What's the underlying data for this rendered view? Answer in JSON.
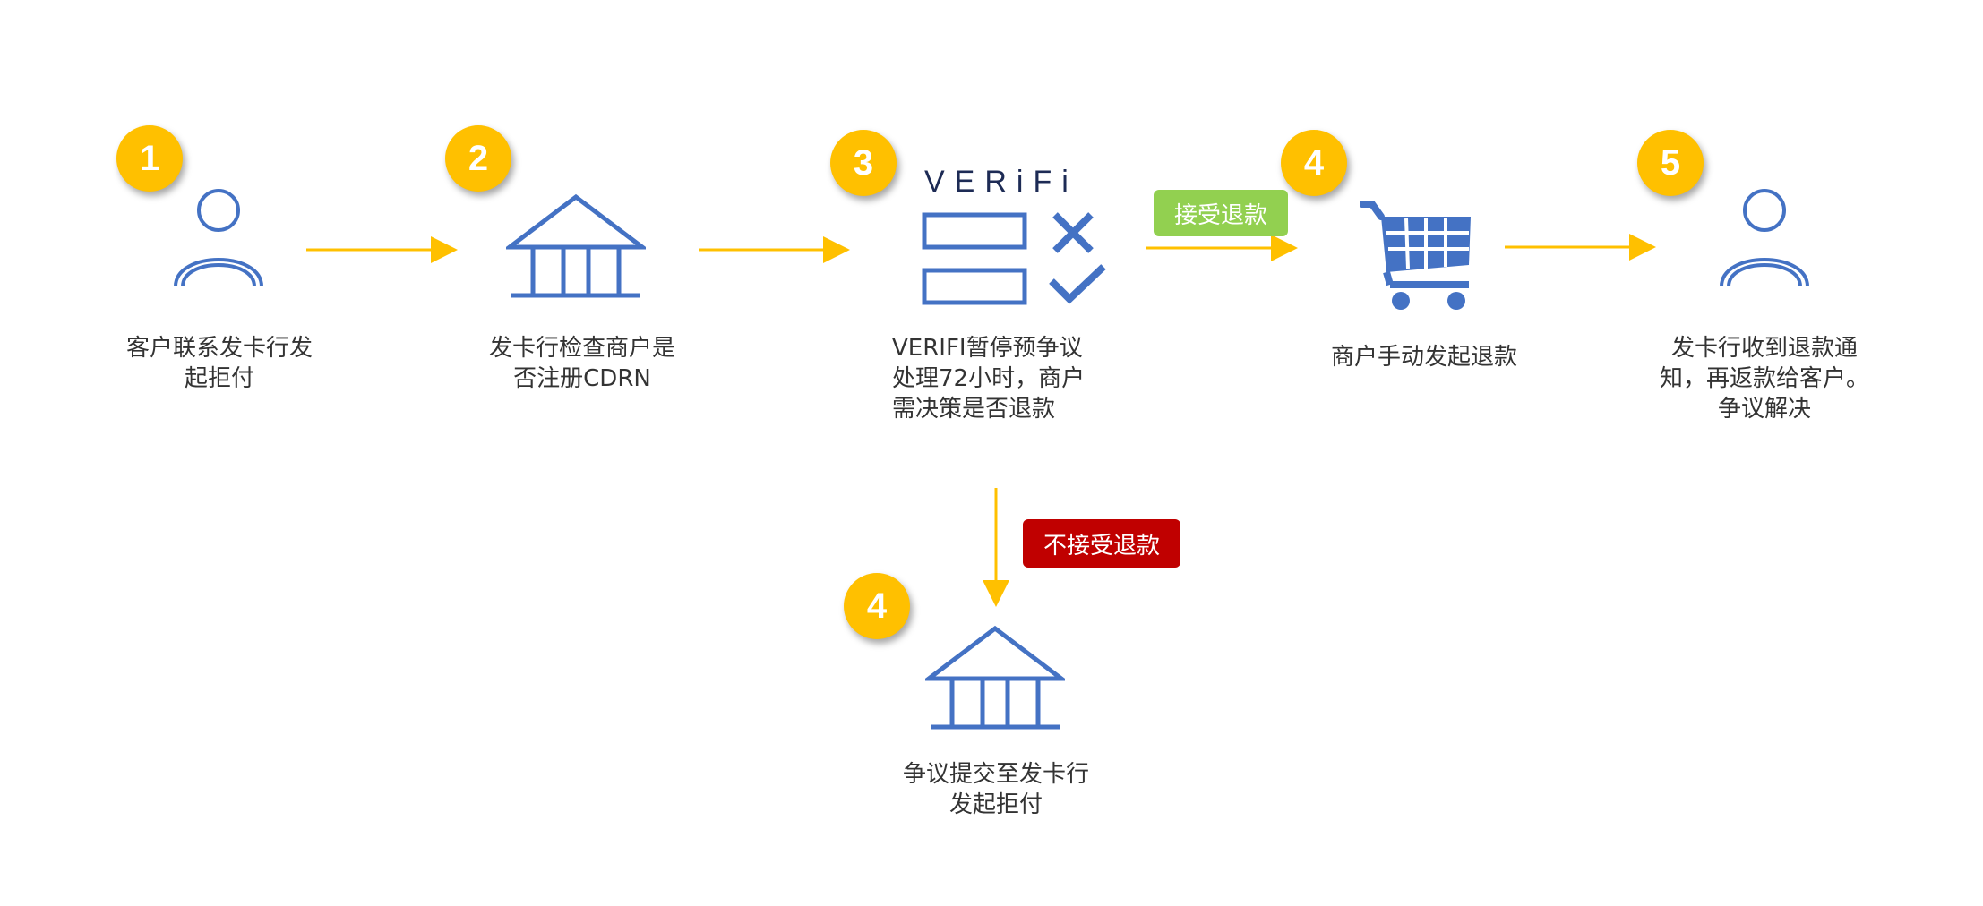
{
  "steps": [
    {
      "num": "1",
      "label_lines": [
        "客户联系发卡行发",
        "起拒付"
      ],
      "icon": "person-icon"
    },
    {
      "num": "2",
      "label_lines": [
        "发卡行检查商户是",
        "否注册CDRN"
      ],
      "icon": "bank-icon"
    },
    {
      "num": "3",
      "label_lines": [
        "VERIFI暂停预争议",
        "处理72小时，商户",
        "需决策是否退款"
      ],
      "icon": "checklist-icon",
      "brand": "VERiFi"
    },
    {
      "num": "4",
      "label_lines": [
        "商户手动发起退款"
      ],
      "icon": "shopping-cart-icon"
    },
    {
      "num": "5",
      "label_lines": [
        " 发卡行收到退款通",
        "知，再返款给客户。",
        "争议解决"
      ],
      "icon": "person-icon"
    }
  ],
  "branch": {
    "num": "4",
    "label_lines": [
      "争议提交至发卡行",
      "发起拒付"
    ],
    "icon": "bank-icon"
  },
  "tags": {
    "accept": "接受退款",
    "reject": "不接受退款"
  },
  "colors": {
    "badge": "#ffc000",
    "icon": "#4472c4",
    "arrow": "#ffc000",
    "accept": "#92d050",
    "reject": "#c00000"
  }
}
